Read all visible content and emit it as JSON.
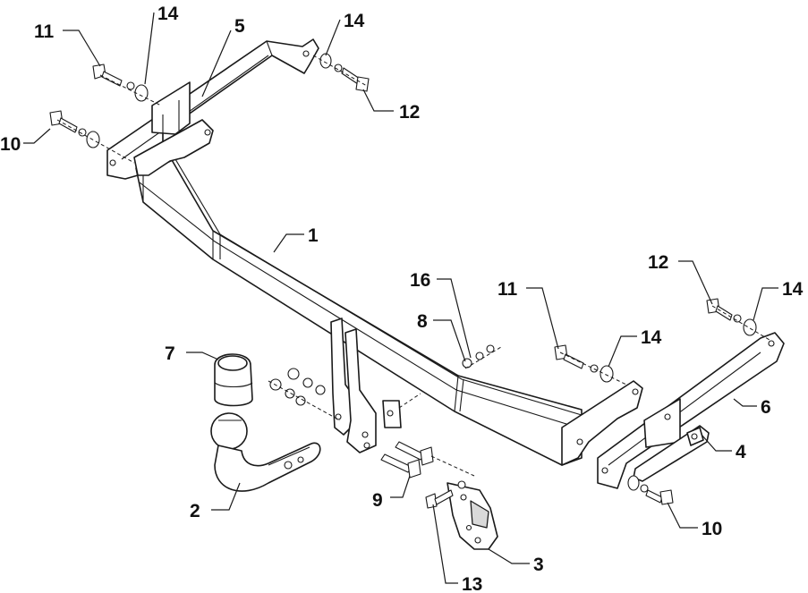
{
  "callouts": {
    "c1": "1",
    "c2": "2",
    "c3": "3",
    "c4": "4",
    "c5": "5",
    "c6": "6",
    "c7": "7",
    "c8": "8",
    "c9": "9",
    "c10a": "10",
    "c10b": "10",
    "c11a": "11",
    "c11b": "11",
    "c12a": "12",
    "c12b": "12",
    "c13": "13",
    "c14a": "14",
    "c14b": "14",
    "c14c": "14",
    "c14d": "14",
    "c16": "16"
  },
  "colors": {
    "line": "#1a1a1a",
    "fill": "#ffffff",
    "shade": "#d9d9d9"
  }
}
